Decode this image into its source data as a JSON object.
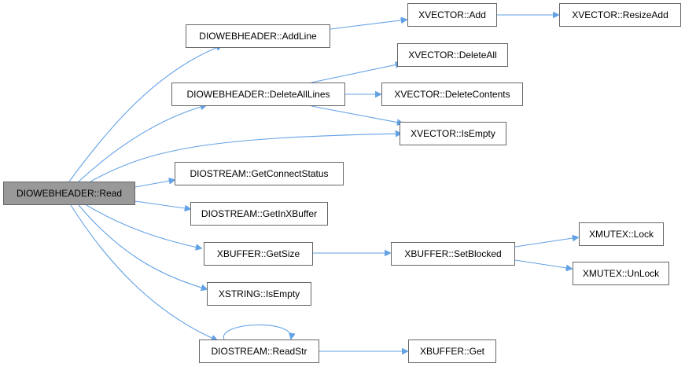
{
  "diagram": {
    "root": "DIOWEBHEADER::Read",
    "nodes": {
      "read": "DIOWEBHEADER::Read",
      "addline": "DIOWEBHEADER::AddLine",
      "deletealllines": "DIOWEBHEADER::DeleteAllLines",
      "getconnectstatus": "DIOSTREAM::GetConnectStatus",
      "getinxbuffer": "DIOSTREAM::GetInXBuffer",
      "getsize": "XBUFFER::GetSize",
      "xstring_isempty": "XSTRING::IsEmpty",
      "readstr": "DIOSTREAM::ReadStr",
      "xvector_add": "XVECTOR::Add",
      "xvector_resizeadd": "XVECTOR::ResizeAdd",
      "xvector_deleteall": "XVECTOR::DeleteAll",
      "xvector_deletecontents": "XVECTOR::DeleteContents",
      "xvector_isempty": "XVECTOR::IsEmpty",
      "setblocked": "XBUFFER::SetBlocked",
      "lock": "XMUTEX::Lock",
      "unlock": "XMUTEX::UnLock",
      "xbuffer_get": "XBUFFER::Get"
    },
    "edges": [
      [
        "read",
        "addline"
      ],
      [
        "read",
        "deletealllines"
      ],
      [
        "read",
        "xvector_isempty"
      ],
      [
        "read",
        "getconnectstatus"
      ],
      [
        "read",
        "getinxbuffer"
      ],
      [
        "read",
        "getsize"
      ],
      [
        "read",
        "xstring_isempty"
      ],
      [
        "read",
        "readstr"
      ],
      [
        "addline",
        "xvector_add"
      ],
      [
        "xvector_add",
        "xvector_resizeadd"
      ],
      [
        "deletealllines",
        "xvector_deleteall"
      ],
      [
        "deletealllines",
        "xvector_deletecontents"
      ],
      [
        "deletealllines",
        "xvector_isempty"
      ],
      [
        "getsize",
        "setblocked"
      ],
      [
        "setblocked",
        "lock"
      ],
      [
        "setblocked",
        "unlock"
      ],
      [
        "readstr",
        "xbuffer_get"
      ],
      [
        "readstr",
        "readstr"
      ]
    ],
    "colors": {
      "edge": "#63a2e5",
      "node_border": "#666666",
      "root_fill": "#999999"
    }
  }
}
